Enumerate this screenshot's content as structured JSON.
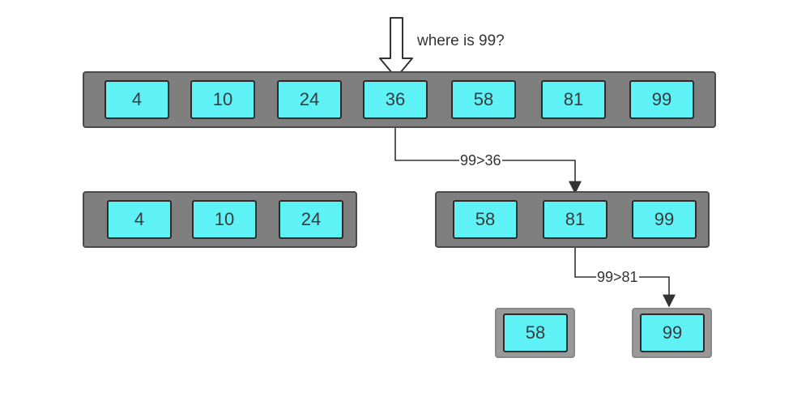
{
  "question": "where is 99?",
  "levels": {
    "top": [
      "4",
      "10",
      "24",
      "36",
      "58",
      "81",
      "99"
    ],
    "left": [
      "4",
      "10",
      "24"
    ],
    "right": [
      "58",
      "81",
      "99"
    ],
    "leaf_left": [
      "58"
    ],
    "leaf_right": [
      "99"
    ]
  },
  "comparisons": [
    "99>36",
    "99>81"
  ],
  "colors": {
    "cell_fill": "#5ef2f7",
    "container_fill": "#7f7f7f",
    "connector": "#333333"
  }
}
